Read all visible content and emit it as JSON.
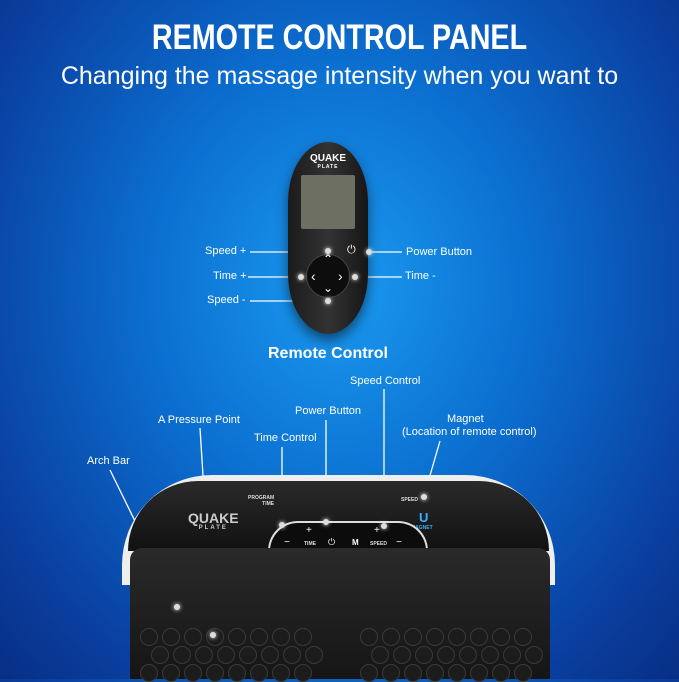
{
  "header": {
    "title": "REMOTE CONTROL PANEL",
    "subtitle": "Changing the massage intensity when you want to"
  },
  "remote": {
    "brand": "QUAKE",
    "brand_sub": "PLATE",
    "labels": {
      "speed_plus": "Speed +",
      "time_plus": "Time +",
      "speed_minus": "Speed -",
      "power": "Power Button",
      "time_minus": "Time -"
    },
    "caption": "Remote Control"
  },
  "device": {
    "labels": {
      "speed_control": "Speed Control",
      "power_button": "Power Button",
      "time_control": "Time Control",
      "pressure_point": "A Pressure Point",
      "arch_bar": "Arch Bar",
      "magnet": "Magnet",
      "magnet_note": "(Location of remote control)"
    },
    "panel": {
      "brand": "QUAKE",
      "brand_sub": "PLATE",
      "program": "PROGRAM",
      "time": "TIME",
      "speed": "SPEED",
      "magnet": "MAGNET",
      "plus": "+",
      "minus": "−",
      "time_btn": "TIME",
      "speed_btn": "SPEED",
      "mode": "M"
    }
  }
}
